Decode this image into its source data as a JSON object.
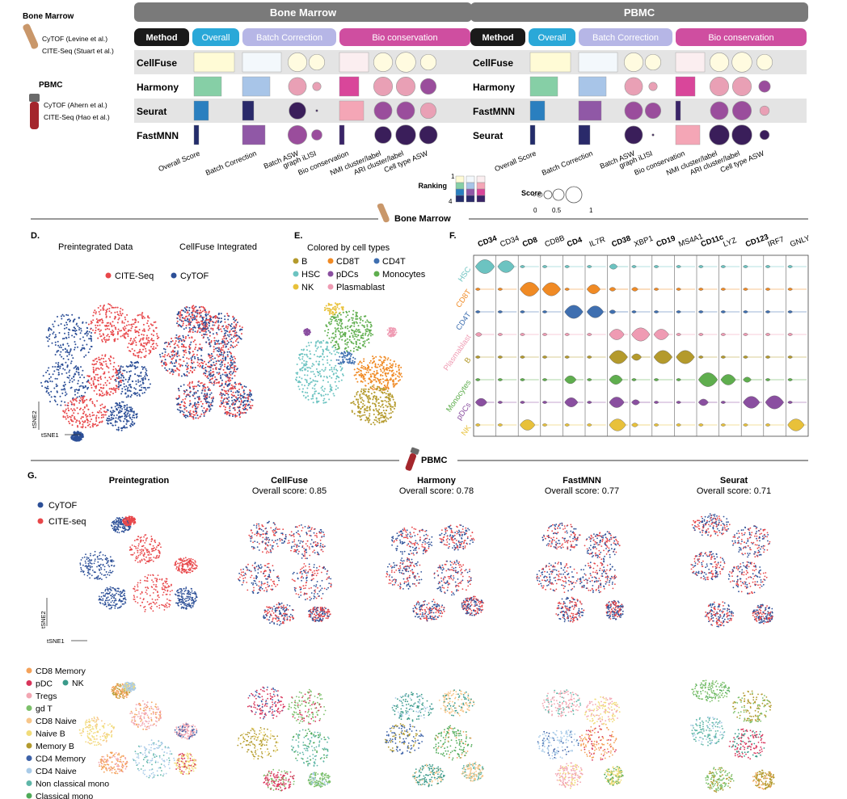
{
  "dataset_legend": {
    "bone_marrow_title": "Bone Marrow",
    "bone_marrow_sources": [
      "CyTOF (Levine et al.)",
      "CITE-Seq (Stuart et al.)"
    ],
    "pbmc_title": "PBMC",
    "pbmc_sources": [
      "CyTOF (Ahern et al.)",
      "CITE-Seq (Hao et al.)"
    ]
  },
  "benchmark_tables": [
    {
      "title": "Bone Marrow",
      "header": {
        "method": "Method",
        "overall": "Overall",
        "batch": "Batch Correction",
        "bio": "Bio conservation"
      },
      "methods": [
        "CellFuse",
        "Harmony",
        "Seurat",
        "FastMNN"
      ],
      "bars": [
        [
          1,
          1,
          1,
          1
        ],
        [
          2,
          2,
          4,
          3
        ],
        [
          3,
          4,
          2,
          2
        ],
        [
          4,
          3,
          3,
          4
        ]
      ],
      "circles": [
        [
          1,
          1,
          1,
          1,
          1
        ],
        [
          2,
          2,
          2,
          2,
          3
        ],
        [
          4,
          4,
          3,
          3,
          2
        ],
        [
          3,
          3,
          4,
          4,
          4
        ]
      ],
      "circle_sizes": [
        [
          0.9,
          0.75,
          0.9,
          0.95,
          0.75
        ],
        [
          0.85,
          0.4,
          0.9,
          0.9,
          0.75
        ],
        [
          0.8,
          0.1,
          0.85,
          0.85,
          0.75
        ],
        [
          0.9,
          0.5,
          0.8,
          0.95,
          0.85
        ]
      ],
      "col_labels": [
        "Overall Score",
        "Batch Correction",
        "Batch ASW",
        "graph iLISI",
        "Bio conservation",
        "NMI cluster/label",
        "ARI cluster/label",
        "Cell type ASW"
      ]
    },
    {
      "title": "PBMC",
      "header": {
        "method": "Method",
        "overall": "Overall",
        "batch": "Batch Correction",
        "bio": "Bio conservation"
      },
      "methods": [
        "CellFuse",
        "Harmony",
        "FastMNN",
        "Seurat"
      ],
      "bars": [
        [
          1,
          1,
          1,
          1
        ],
        [
          2,
          2,
          2,
          3
        ],
        [
          3,
          3,
          3,
          4
        ],
        [
          4,
          4,
          4,
          2
        ]
      ],
      "circles": [
        [
          1,
          1,
          1,
          1,
          1
        ],
        [
          2,
          2,
          2,
          2,
          3
        ],
        [
          3,
          3,
          3,
          3,
          2
        ],
        [
          4,
          4,
          4,
          4,
          4
        ]
      ],
      "circle_sizes": [
        [
          0.9,
          0.75,
          0.9,
          0.95,
          0.75
        ],
        [
          0.85,
          0.4,
          0.9,
          0.9,
          0.55
        ],
        [
          0.85,
          0.75,
          0.85,
          0.9,
          0.45
        ],
        [
          0.85,
          0.1,
          0.95,
          0.95,
          0.45
        ]
      ],
      "col_labels": [
        "Overall Score",
        "Batch Correction",
        "Batch ASW",
        "graph iLISI",
        "Bio conservation",
        "NMI cluster/label",
        "ARI cluster/label",
        "Cell type ASW"
      ]
    }
  ],
  "ranking_legend": {
    "title": "Ranking",
    "top": "1",
    "bottom": "4"
  },
  "score_legend": {
    "title": "Score",
    "ticks": [
      "0",
      "0.5",
      "1"
    ]
  },
  "bone_marrow_divider": "Bone Marrow",
  "pbmc_divider": "PBMC",
  "panel_d": {
    "label": "D.",
    "title_left": "Preintegrated Data",
    "title_right": "CellFuse Integrated",
    "legend": [
      {
        "name": "CITE-Seq",
        "color": "#e8474a"
      },
      {
        "name": "CyTOF",
        "color": "#2c4f97"
      }
    ],
    "axis_x": "tSNE1",
    "axis_y": "tSNE2"
  },
  "panel_e": {
    "label": "E.",
    "title": "Colored by cell types",
    "legend": [
      {
        "name": "B",
        "color": "#b49a2c"
      },
      {
        "name": "CD8T",
        "color": "#f08a24"
      },
      {
        "name": "CD4T",
        "color": "#3f6fb0"
      },
      {
        "name": "HSC",
        "color": "#6cc3c1"
      },
      {
        "name": "pDCs",
        "color": "#8a4fa0"
      },
      {
        "name": "Monocytes",
        "color": "#5fae4e"
      },
      {
        "name": "NK",
        "color": "#e8c13a"
      },
      {
        "name": "Plasmablast",
        "color": "#ef9bb3"
      }
    ]
  },
  "panel_f": {
    "label": "F.",
    "markers": [
      {
        "name": "CD34",
        "bold": true
      },
      {
        "name": "CD34",
        "bold": false
      },
      {
        "name": "CD8",
        "bold": true
      },
      {
        "name": "CD8B",
        "bold": false
      },
      {
        "name": "CD4",
        "bold": true
      },
      {
        "name": "IL7R",
        "bold": false
      },
      {
        "name": "CD38",
        "bold": true
      },
      {
        "name": "XBP1",
        "bold": false
      },
      {
        "name": "CD19",
        "bold": true
      },
      {
        "name": "MS4A1",
        "bold": false
      },
      {
        "name": "CD11c",
        "bold": true
      },
      {
        "name": "LYZ",
        "bold": false
      },
      {
        "name": "CD123",
        "bold": true
      },
      {
        "name": "IRF7",
        "bold": false
      },
      {
        "name": "GNLY",
        "bold": false
      }
    ],
    "cell_types": [
      {
        "name": "HSC",
        "color": "#6cc3c1"
      },
      {
        "name": "CD8T",
        "color": "#f08a24"
      },
      {
        "name": "CD4T",
        "color": "#3f6fb0"
      },
      {
        "name": "Plasmablast",
        "color": "#ef9bb3"
      },
      {
        "name": "B",
        "color": "#b49a2c"
      },
      {
        "name": "Monocytes",
        "color": "#5fae4e"
      },
      {
        "name": "pDCs",
        "color": "#8a4fa0"
      },
      {
        "name": "NK",
        "color": "#e8c13a"
      }
    ],
    "expression": [
      [
        0.95,
        0.8,
        0.1,
        0.1,
        0.1,
        0.1,
        0.3,
        0.1,
        0.1,
        0.1,
        0.1,
        0.1,
        0.1,
        0.1,
        0.1
      ],
      [
        0.1,
        0.1,
        0.95,
        0.9,
        0.1,
        0.6,
        0.2,
        0.2,
        0.1,
        0.1,
        0.1,
        0.1,
        0.1,
        0.1,
        0.1
      ],
      [
        0.1,
        0.1,
        0.1,
        0.1,
        0.9,
        0.8,
        0.2,
        0.1,
        0.1,
        0.1,
        0.1,
        0.1,
        0.1,
        0.1,
        0.1
      ],
      [
        0.2,
        0.1,
        0.1,
        0.1,
        0.1,
        0.1,
        0.7,
        0.9,
        0.7,
        0.1,
        0.1,
        0.1,
        0.1,
        0.1,
        0.1
      ],
      [
        0.1,
        0.1,
        0.1,
        0.1,
        0.1,
        0.1,
        0.9,
        0.4,
        0.9,
        0.9,
        0.1,
        0.1,
        0.1,
        0.1,
        0.1
      ],
      [
        0.1,
        0.1,
        0.1,
        0.1,
        0.5,
        0.1,
        0.6,
        0.1,
        0.1,
        0.1,
        0.95,
        0.7,
        0.3,
        0.1,
        0.1
      ],
      [
        0.5,
        0.1,
        0.1,
        0.1,
        0.6,
        0.1,
        0.7,
        0.3,
        0.1,
        0.1,
        0.4,
        0.1,
        0.8,
        0.9,
        0.1
      ],
      [
        0.1,
        0.1,
        0.7,
        0.1,
        0.1,
        0.1,
        0.8,
        0.2,
        0.1,
        0.1,
        0.1,
        0.1,
        0.1,
        0.1,
        0.8
      ]
    ]
  },
  "panel_g": {
    "label": "G.",
    "columns": [
      {
        "title": "Preintegration",
        "score": ""
      },
      {
        "title": "CellFuse",
        "score": "Overall score: 0.85"
      },
      {
        "title": "Harmony",
        "score": "Overall score: 0.78"
      },
      {
        "title": "FastMNN",
        "score": "Overall score: 0.77"
      },
      {
        "title": "Seurat",
        "score": "Overall score: 0.71"
      }
    ],
    "batch_legend": [
      {
        "name": "CyTOF",
        "color": "#2c4f97"
      },
      {
        "name": "CITE-seq",
        "color": "#e8474a"
      }
    ],
    "celltype_legend": [
      {
        "name": "CD8 Memory",
        "color": "#f4a25a"
      },
      {
        "name": "pDC",
        "color": "#d8345a"
      },
      {
        "name": "NK",
        "color": "#3a9a8a"
      },
      {
        "name": "Tregs",
        "color": "#f2a6b2"
      },
      {
        "name": "gd T",
        "color": "#7cc06a"
      },
      {
        "name": "CD8 Naive",
        "color": "#f7c68a"
      },
      {
        "name": "Naive B",
        "color": "#f1dc7a"
      },
      {
        "name": "Memory B",
        "color": "#b29a2e"
      },
      {
        "name": "CD4 Memory",
        "color": "#3d62a8"
      },
      {
        "name": "CD4 Naive",
        "color": "#a9cbe8"
      },
      {
        "name": "Non classical mono",
        "color": "#5fb6a8"
      },
      {
        "name": "Classical mono",
        "color": "#4faa58"
      }
    ],
    "axis_x": "tSNE1",
    "axis_y": "tSNE2"
  },
  "colors": {
    "rank1": "#fffbe0",
    "rank2": "#e9a0b5",
    "rank3": "#9a4d9c",
    "rank4": "#3a1e5a",
    "overall_r1": "#fffbd6",
    "overall_r2": "#86cfa6",
    "overall_r3": "#2a7fbf",
    "overall_r4": "#232c6b",
    "batch_r1": "#f3f8fc",
    "batch_r2": "#a8c5e8",
    "batch_r3": "#9058a6",
    "batch_r4": "#2a2a6a",
    "bio_r1": "#fbeef0",
    "bio_r2": "#f4a6b6",
    "bio_r3": "#d9469a",
    "bio_r4": "#3a2468",
    "header_grey": "#7a7a7a",
    "header_black": "#1a1a1a",
    "header_overall": "#2aa8d8",
    "header_batch": "#b6b6e6",
    "header_bio": "#cf4ea0"
  }
}
